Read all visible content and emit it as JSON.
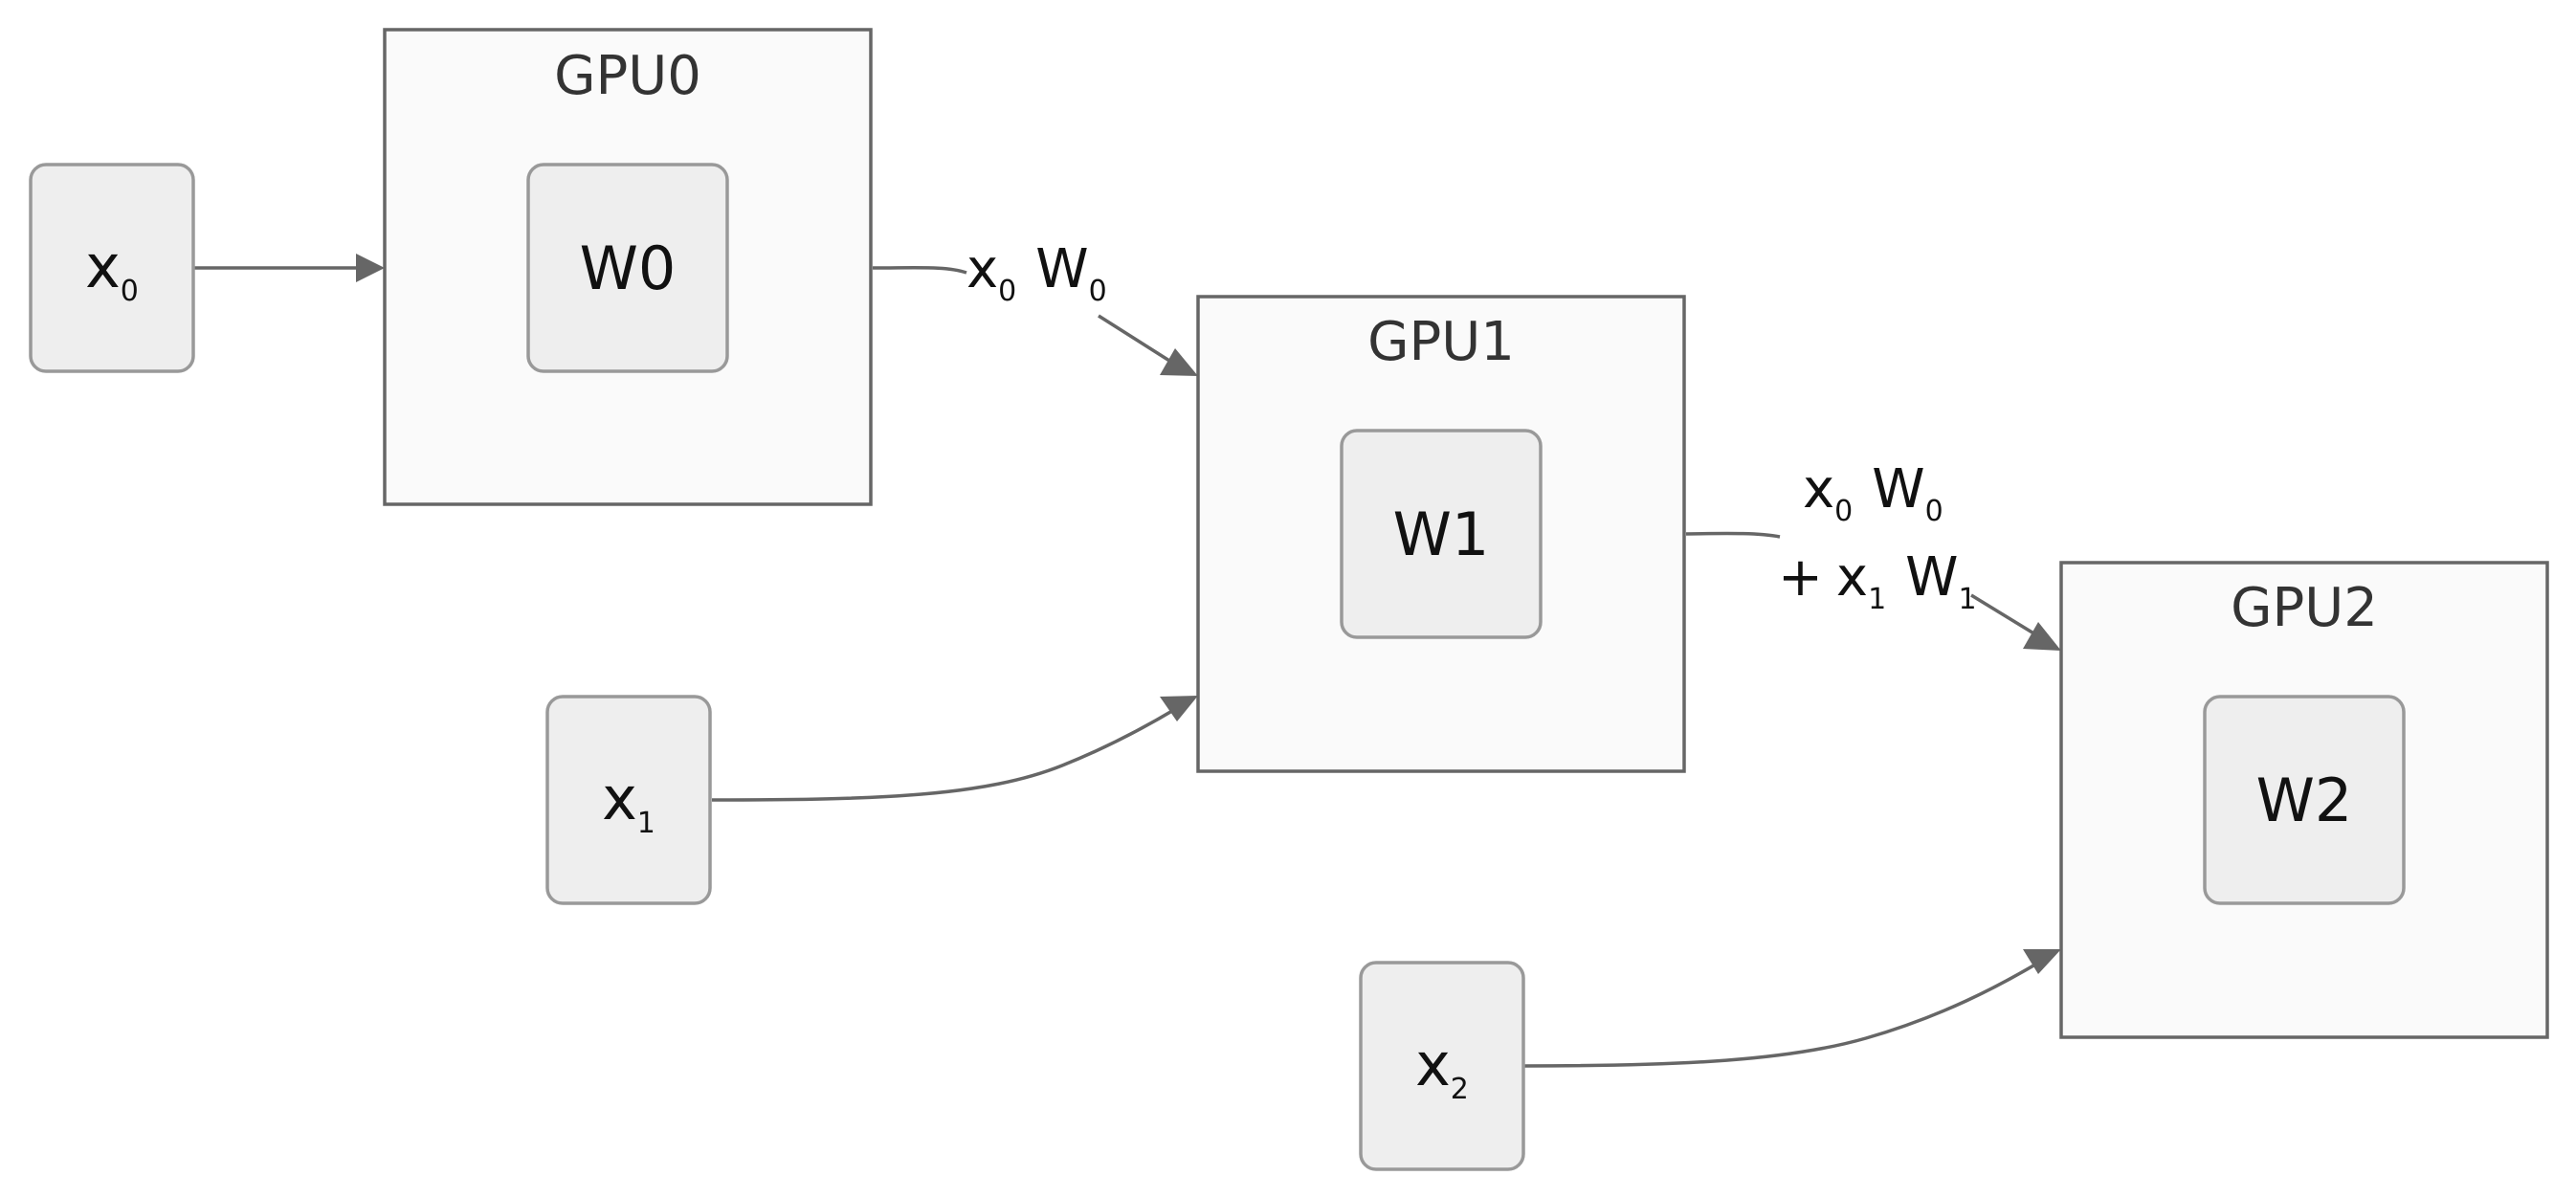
{
  "gpus": [
    {
      "title": "GPU0",
      "weight": "W0"
    },
    {
      "title": "GPU1",
      "weight": "W1"
    },
    {
      "title": "GPU2",
      "weight": "W2"
    }
  ],
  "inputs": [
    {
      "base": "x",
      "sub": "0"
    },
    {
      "base": "x",
      "sub": "1"
    },
    {
      "base": "x",
      "sub": "2"
    }
  ],
  "edge_labels": {
    "gpu0_to_gpu1": {
      "a_base": "x",
      "a_sub": "0",
      "b_base": "W",
      "b_sub": "0"
    },
    "gpu1_to_gpu2": {
      "line1": {
        "a_base": "x",
        "a_sub": "0",
        "b_base": "W",
        "b_sub": "0"
      },
      "line2": {
        "plus": "+",
        "a_base": "x",
        "a_sub": "1",
        "b_base": "W",
        "b_sub": "1"
      }
    }
  }
}
